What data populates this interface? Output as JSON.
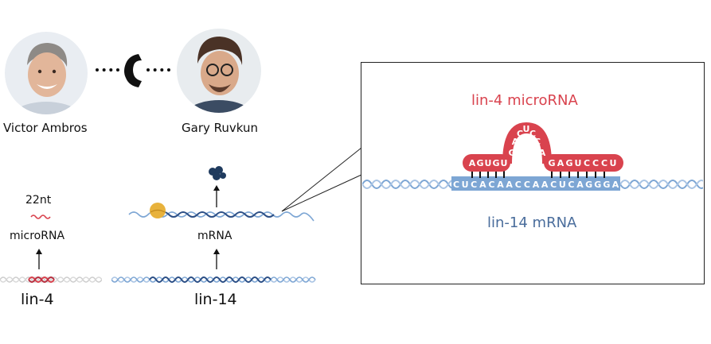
{
  "scientists": [
    {
      "name": "Victor Ambros"
    },
    {
      "name": "Gary Ruvkun"
    }
  ],
  "lin4": {
    "length_label": "22nt",
    "product_label": "microRNA",
    "gene_label": "lin-4"
  },
  "lin14": {
    "product_label": "mRNA",
    "gene_label": "lin-14"
  },
  "zoom": {
    "mirna_title": "lin-4 microRNA",
    "mrna_title": "lin-14 mRNA",
    "mirna_left_arm": [
      "A",
      "G",
      "U",
      "G",
      "U"
    ],
    "mirna_loop": [
      "G",
      "A",
      "C",
      "U",
      "C",
      "C",
      "A"
    ],
    "mirna_right_arm": [
      "G",
      "A",
      "G",
      "U",
      "C",
      "C",
      "C",
      "U"
    ],
    "mrna_sequence": "CUCACAACCAACUCAGGGA"
  },
  "colors": {
    "mirna_red": "#d9434e",
    "mrna_blue": "#7da6d4",
    "mrna_dark": "#2c4f86",
    "label_blue": "#4a6d9c",
    "ribosome": "#e8b23c",
    "protein": "#1f3b5e"
  },
  "icons": [
    "phone-icon",
    "ribosome-icon",
    "protein-icon"
  ]
}
